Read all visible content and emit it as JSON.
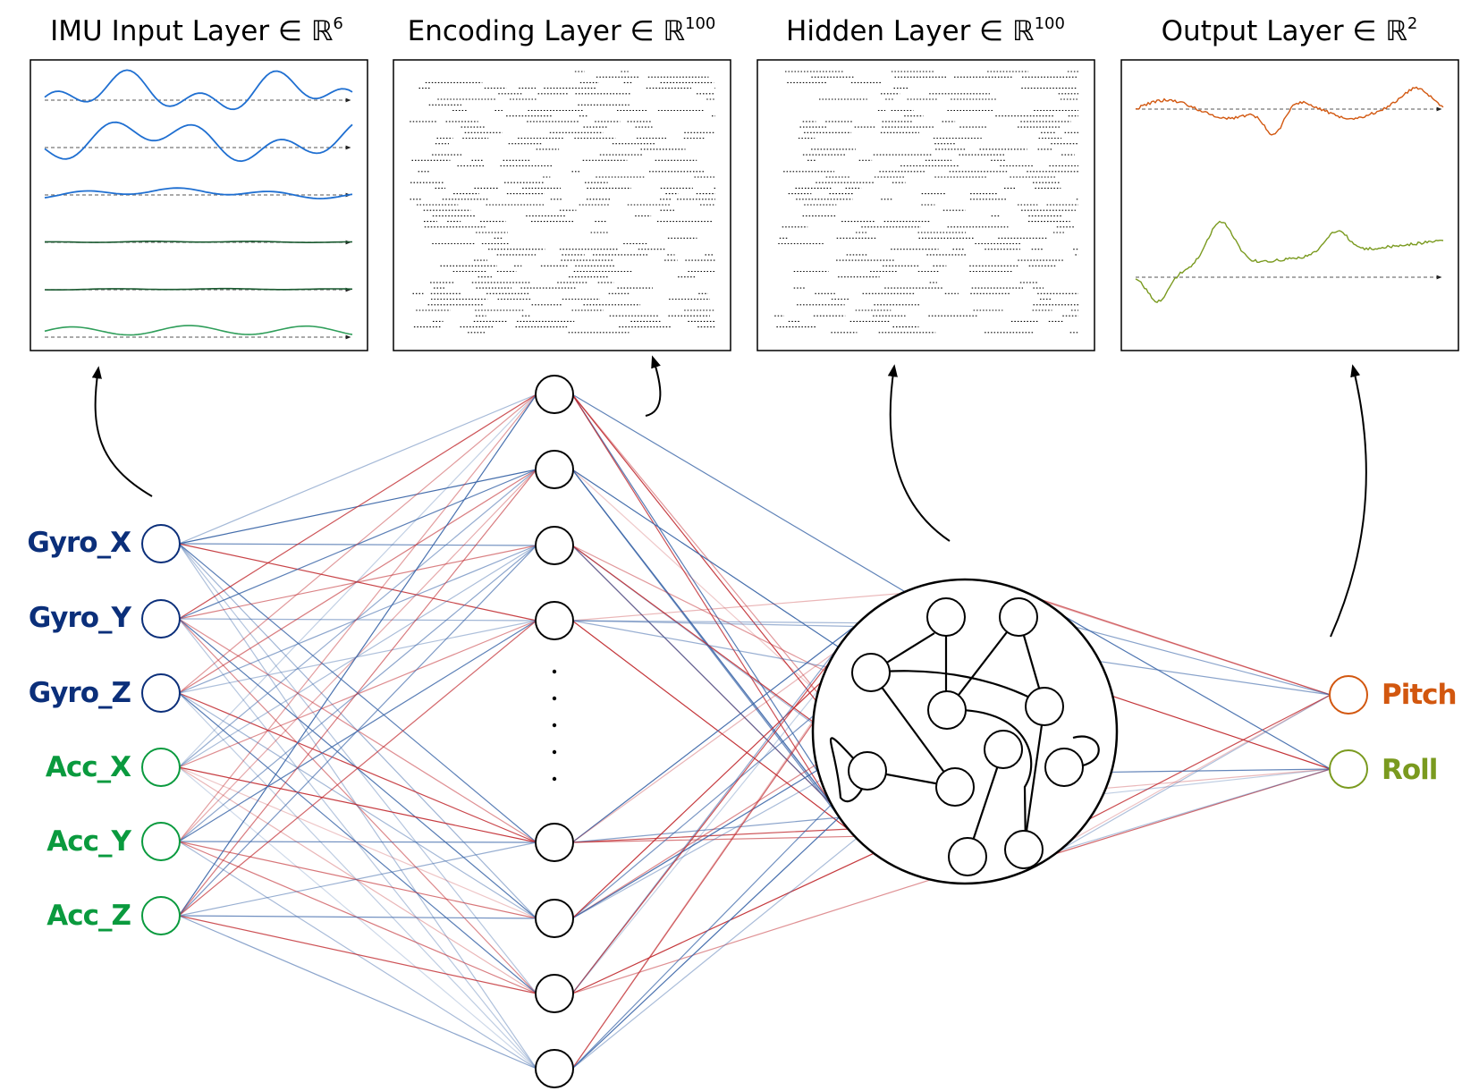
{
  "panels": [
    {
      "title": "IMU Input Layer ∈ ℝ",
      "sup": "6"
    },
    {
      "title": "Encoding Layer ∈ ℝ",
      "sup": "100"
    },
    {
      "title": "Hidden Layer ∈ ℝ",
      "sup": "100"
    },
    {
      "title": "Output Layer ∈ ℝ",
      "sup": "2"
    }
  ],
  "inputs": [
    {
      "label": "Gyro_X",
      "color": "#0b2f7a"
    },
    {
      "label": "Gyro_Y",
      "color": "#0b2f7a"
    },
    {
      "label": "Gyro_Z",
      "color": "#0b2f7a"
    },
    {
      "label": "Acc_X",
      "color": "#0a9a3e"
    },
    {
      "label": "Acc_Y",
      "color": "#0a9a3e"
    },
    {
      "label": "Acc_Z",
      "color": "#0a9a3e"
    }
  ],
  "outputs": [
    {
      "label": "Pitch",
      "color": "#d2570f"
    },
    {
      "label": "Roll",
      "color": "#7a9a1f"
    }
  ],
  "colors": {
    "positive_weight": "#c0282d",
    "negative_weight": "#3b66a8",
    "imu_gyro_trace": "#1f6fd1",
    "imu_acc_trace": "#2f9e5a",
    "imu_flat_trace": "#1a5a30",
    "pitch_trace": "#d2570f",
    "roll_trace": "#7a9a1f"
  }
}
